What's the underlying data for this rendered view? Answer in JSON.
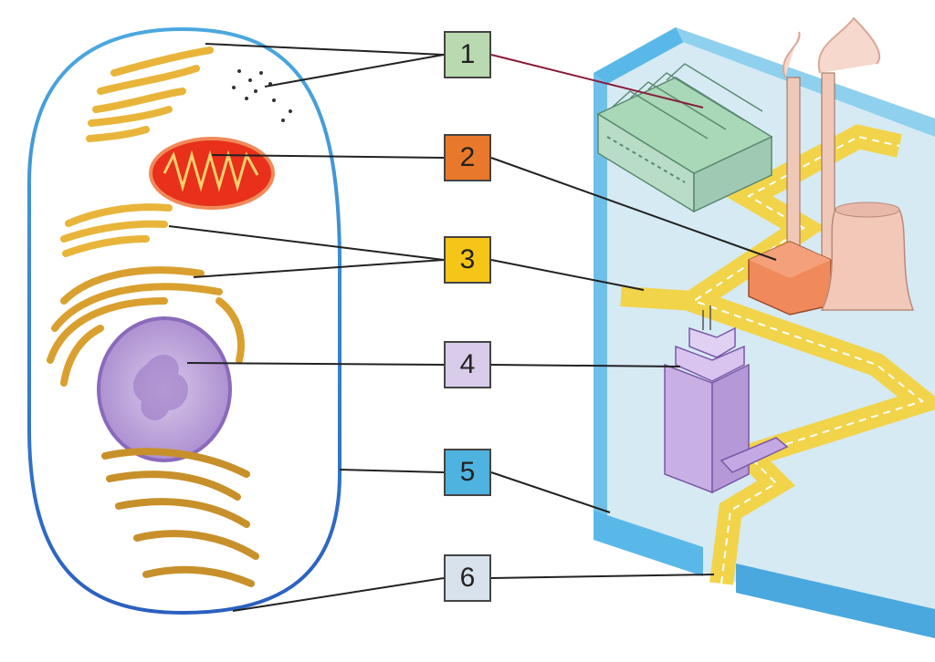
{
  "labels": [
    {
      "id": "1",
      "text": "1",
      "color": "#b9d9b0"
    },
    {
      "id": "2",
      "text": "2",
      "color": "#e8782c"
    },
    {
      "id": "3",
      "text": "3",
      "color": "#f5c518"
    },
    {
      "id": "4",
      "text": "4",
      "color": "#d8ccea"
    },
    {
      "id": "5",
      "text": "5",
      "color": "#4fb3e0"
    },
    {
      "id": "6",
      "text": "6",
      "color": "#d8e2ec"
    }
  ],
  "colors": {
    "cell_membrane": "#3a8fd8",
    "mitochondrion": "#e8301a",
    "golgi": "#e8b53a",
    "nucleus": "#b497d4",
    "city_floor": "#cfe6f2",
    "city_wall": "#5ab8e8",
    "road": "#f2d44a"
  }
}
